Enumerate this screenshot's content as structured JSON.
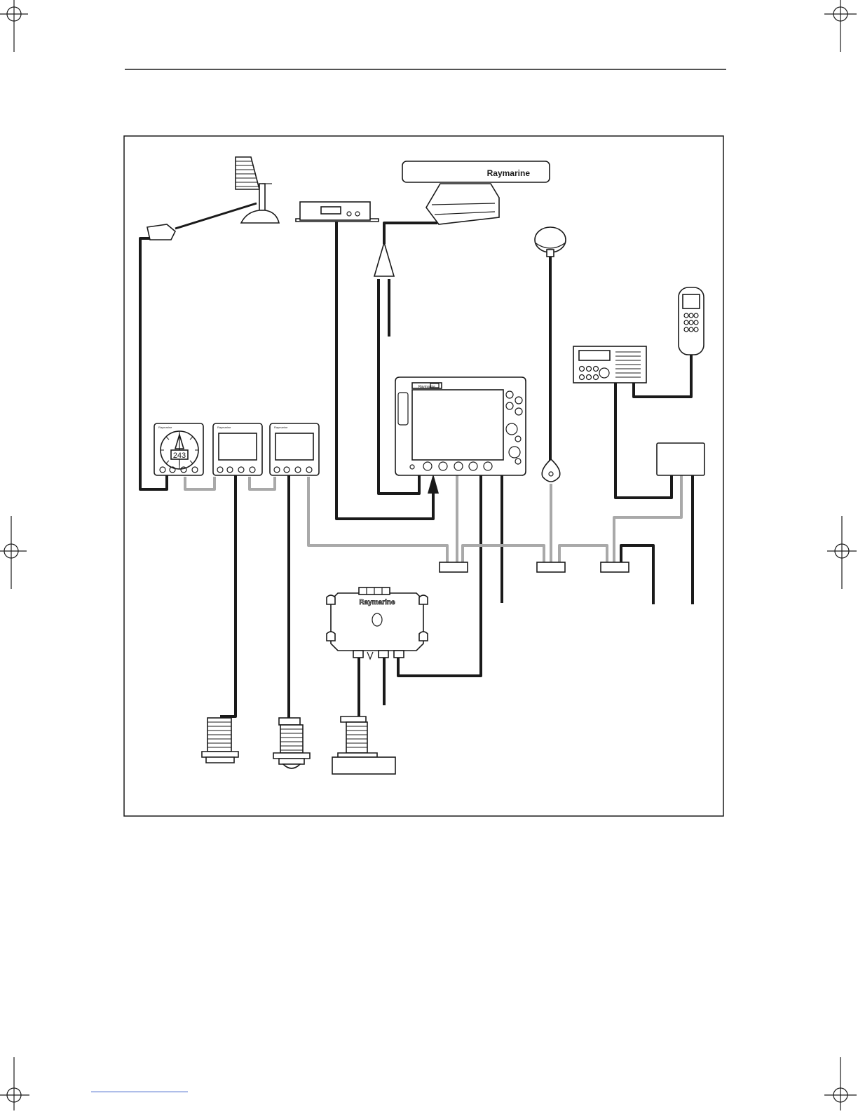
{
  "diagram": {
    "brand_radar": "Raymarine",
    "brand_hub": "Raymarine",
    "brand_display": "Raymarine",
    "brand_instrument": "Raymarine",
    "instrument_readout": "243"
  },
  "colors": {
    "cable_black": "#1a1a1a",
    "cable_grey": "#a9a9a9",
    "footer_rule": "#3a5fc8"
  }
}
